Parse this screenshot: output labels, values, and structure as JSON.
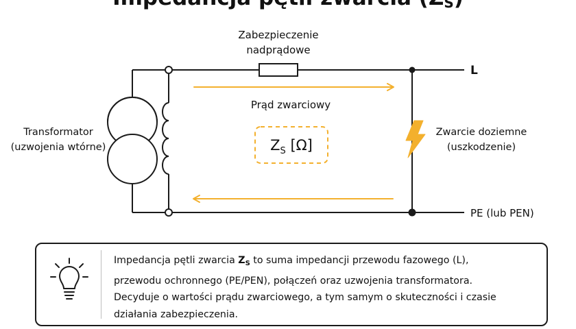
{
  "title": {
    "text": "Impedancja pętli zwarcia (Z",
    "subscript": "S",
    "close": ")"
  },
  "diagram": {
    "protection_label": [
      "Zabezpieczenie",
      "nadprądowe"
    ],
    "line_label": "L",
    "pe_label": "PE (lub PEN)",
    "current_label": "Prąd zwarciowy",
    "transformer_label": [
      "Transformator",
      "(uzwojenia wtórne)"
    ],
    "impedance_label": {
      "main": "Z",
      "subscript": "S",
      "unit": " [Ω]"
    },
    "fault_label": [
      "Zwarcie doziemne",
      "(uszkodzenie)"
    ]
  },
  "colors": {
    "accent": "#f3b02d",
    "wire": "#1a1a1a"
  },
  "icons": {
    "note": "lightbulb-icon",
    "fault": "lightning-bolt-icon"
  },
  "note": {
    "line1_before": "Impedancja pętli zwarcia ",
    "symbol": "Z",
    "symbol_sub": "S",
    "line1_after": " to suma impedancji przewodu fazowego (L),",
    "line2": "przewodu ochronnego (PE/PEN), połączeń oraz uzwojenia transformatora.",
    "line3": "Decyduje o wartości prądu zwarciowego, a tym samym o skuteczności i czasie",
    "line4": "działania zabezpieczenia."
  }
}
